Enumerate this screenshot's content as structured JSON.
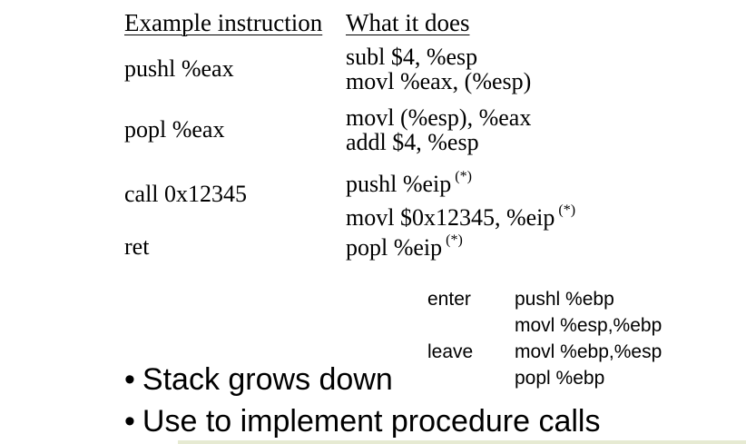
{
  "table": {
    "header_instruction": "Example instruction",
    "header_what": "What it does",
    "rows": [
      {
        "instruction": "pushl %eax",
        "lines": [
          {
            "text": "subl $4, %esp",
            "star": ""
          },
          {
            "text": "movl %eax, (%esp)",
            "star": ""
          }
        ]
      },
      {
        "instruction": "popl %eax",
        "lines": [
          {
            "text": "movl (%esp), %eax",
            "star": ""
          },
          {
            "text": "addl $4, %esp",
            "star": ""
          }
        ]
      },
      {
        "instruction": "call 0x12345",
        "lines": [
          {
            "text": "pushl %eip",
            "star": "(*)"
          },
          {
            "text": "movl $0x12345, %eip",
            "star": "(*)"
          }
        ]
      },
      {
        "instruction": "ret",
        "lines": [
          {
            "text": "popl %eip",
            "star": "(*)"
          }
        ]
      }
    ]
  },
  "enter_leave": {
    "enter_label": "enter",
    "enter_lines": [
      "pushl %ebp",
      "movl %esp,%ebp"
    ],
    "leave_label": "leave",
    "leave_lines": [
      "movl %ebp,%esp",
      "popl %ebp"
    ]
  },
  "bullets": {
    "marker": "•",
    "items": [
      "Stack grows down",
      "Use to implement procedure calls"
    ]
  },
  "colors": {
    "footer_line": "#e6ead2"
  }
}
